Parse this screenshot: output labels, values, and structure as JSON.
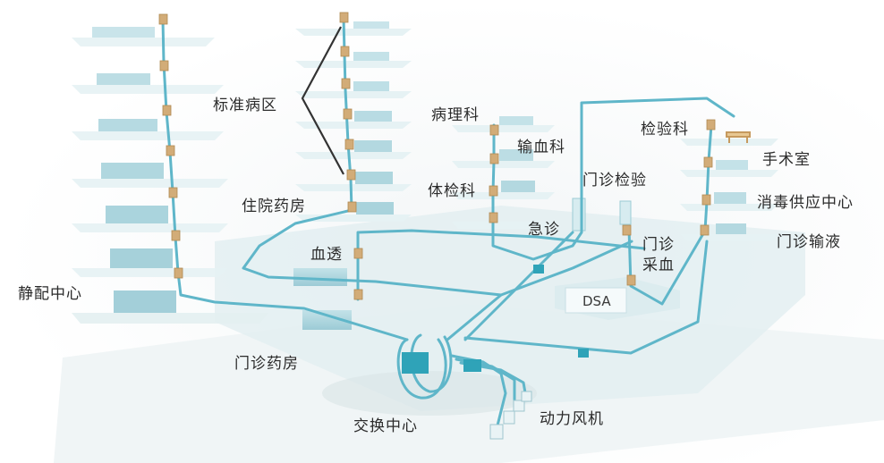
{
  "labels": {
    "standard_ward": "标准病区",
    "inpatient_pharmacy": "住院药房",
    "dispensing_center": "静配中心",
    "dialysis": "血透",
    "outpatient_pharmacy": "门诊药房",
    "exchange_center": "交换中心",
    "power_fan": "动力风机",
    "pathology": "病理科",
    "blood_transfusion": "输血科",
    "physical_exam": "体检科",
    "emergency": "急诊",
    "outpatient_lab": "门诊检验",
    "outpatient_blood_line1": "门诊",
    "outpatient_blood_line2": "采血",
    "laboratory": "检验科",
    "operating_room": "手术室",
    "sterilization_center": "消毒供应中心",
    "outpatient_infusion": "门诊输液",
    "dsa": "DSA"
  },
  "colors": {
    "pipe": "#5fb6c9",
    "pipe_dark": "#3f9db3",
    "station": "#d2ac78",
    "slab": "#cfe6ea",
    "block": "#a9d3dc"
  }
}
